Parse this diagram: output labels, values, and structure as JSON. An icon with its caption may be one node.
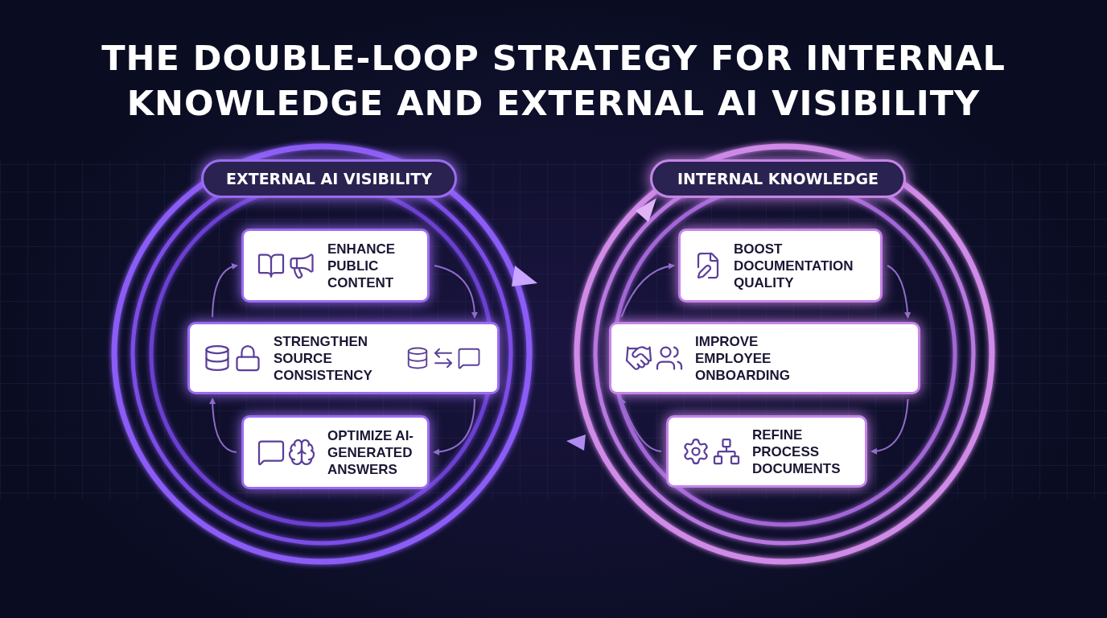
{
  "diagram": {
    "title": "THE DOUBLE-LOOP STRATEGY FOR INTERNAL KNOWLEDGE AND EXTERNAL AI VISIBILITY",
    "nodes": [
      {
        "text": [
          "EXTERNAL AI VISIBILITY"
        ]
      },
      {
        "text": [
          "ENHANCE PUBLIC CONTENT"
        ]
      },
      {
        "text": [
          "STRENGTHEN SOURCE CONSISTENCY"
        ]
      },
      {
        "text": [
          "OPTIMIZE AI-GENERATED ANSWERS"
        ]
      },
      {
        "text": [
          "INTERNAL KNOWLEDGE"
        ]
      },
      {
        "text": [
          "BOOST DOCUMENTATION QUALITY"
        ]
      },
      {
        "text": [
          "IMPROVE EMPLOYEE ONBOARDING"
        ]
      },
      {
        "text": [
          "REFINE PROCESS DOCUMENTS"
        ]
      }
    ],
    "edges": [
      {
        "from": 1,
        "to": 2,
        "arrow": "to"
      },
      {
        "from": 2,
        "to": 3,
        "arrow": "to"
      },
      {
        "from": 3,
        "to": 2,
        "arrow": "to"
      },
      {
        "from": 2,
        "to": 1,
        "arrow": "to"
      },
      {
        "from": 5,
        "to": 6,
        "arrow": "to"
      },
      {
        "from": 6,
        "to": 7,
        "arrow": "to"
      },
      {
        "from": 7,
        "to": 6,
        "arrow": "to"
      },
      {
        "from": 6,
        "to": 5,
        "arrow": "to"
      }
    ]
  }
}
